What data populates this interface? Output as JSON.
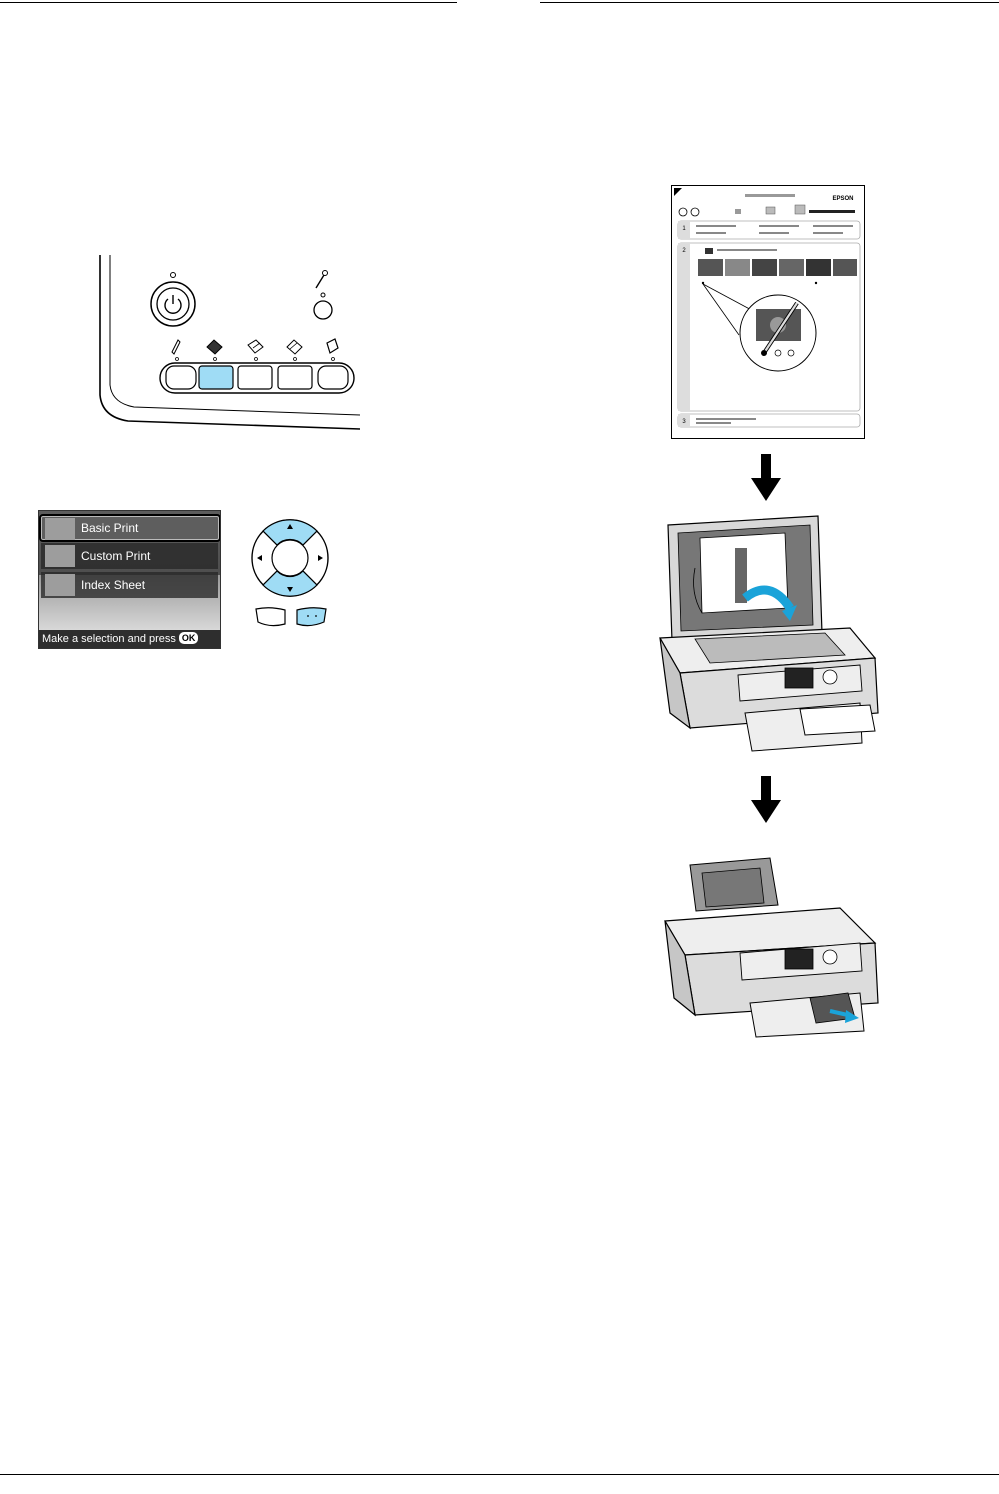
{
  "lcd_menu": {
    "items": [
      {
        "label": "Basic Print",
        "selected": true
      },
      {
        "label": "Custom Print",
        "selected": false
      },
      {
        "label": "Index Sheet",
        "selected": false
      }
    ],
    "hint_text": "Make a selection and press",
    "ok_badge": "OK"
  },
  "index_sheet": {
    "brand": "EPSON",
    "section_numbers": [
      "1",
      "2",
      "3"
    ]
  },
  "colors": {
    "highlight": "#9fdcf5",
    "arrow": "#000000",
    "rule": "#000000"
  }
}
